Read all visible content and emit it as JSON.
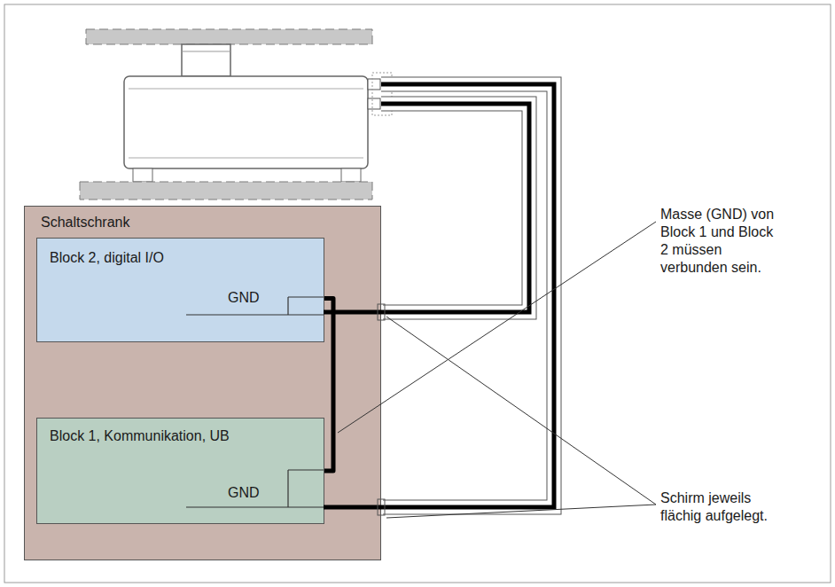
{
  "diagram": {
    "nodes": [
      {
        "text": [
          "Schaltschrank"
        ]
      },
      {
        "text": [
          "Block 2, digital I/O",
          "GND"
        ],
        "in": 0
      },
      {
        "text": [
          "Block 1, Kommunikation, UB",
          "GND"
        ],
        "in": 0
      }
    ],
    "edges": [
      {
        "from": 1,
        "to": 2,
        "arrow": "none"
      }
    ],
    "labels": [
      "Masse (GND) von Block 1 und Block 2 müssen verbunden sein.",
      "Schirm jeweils flächig aufgelegt."
    ]
  }
}
